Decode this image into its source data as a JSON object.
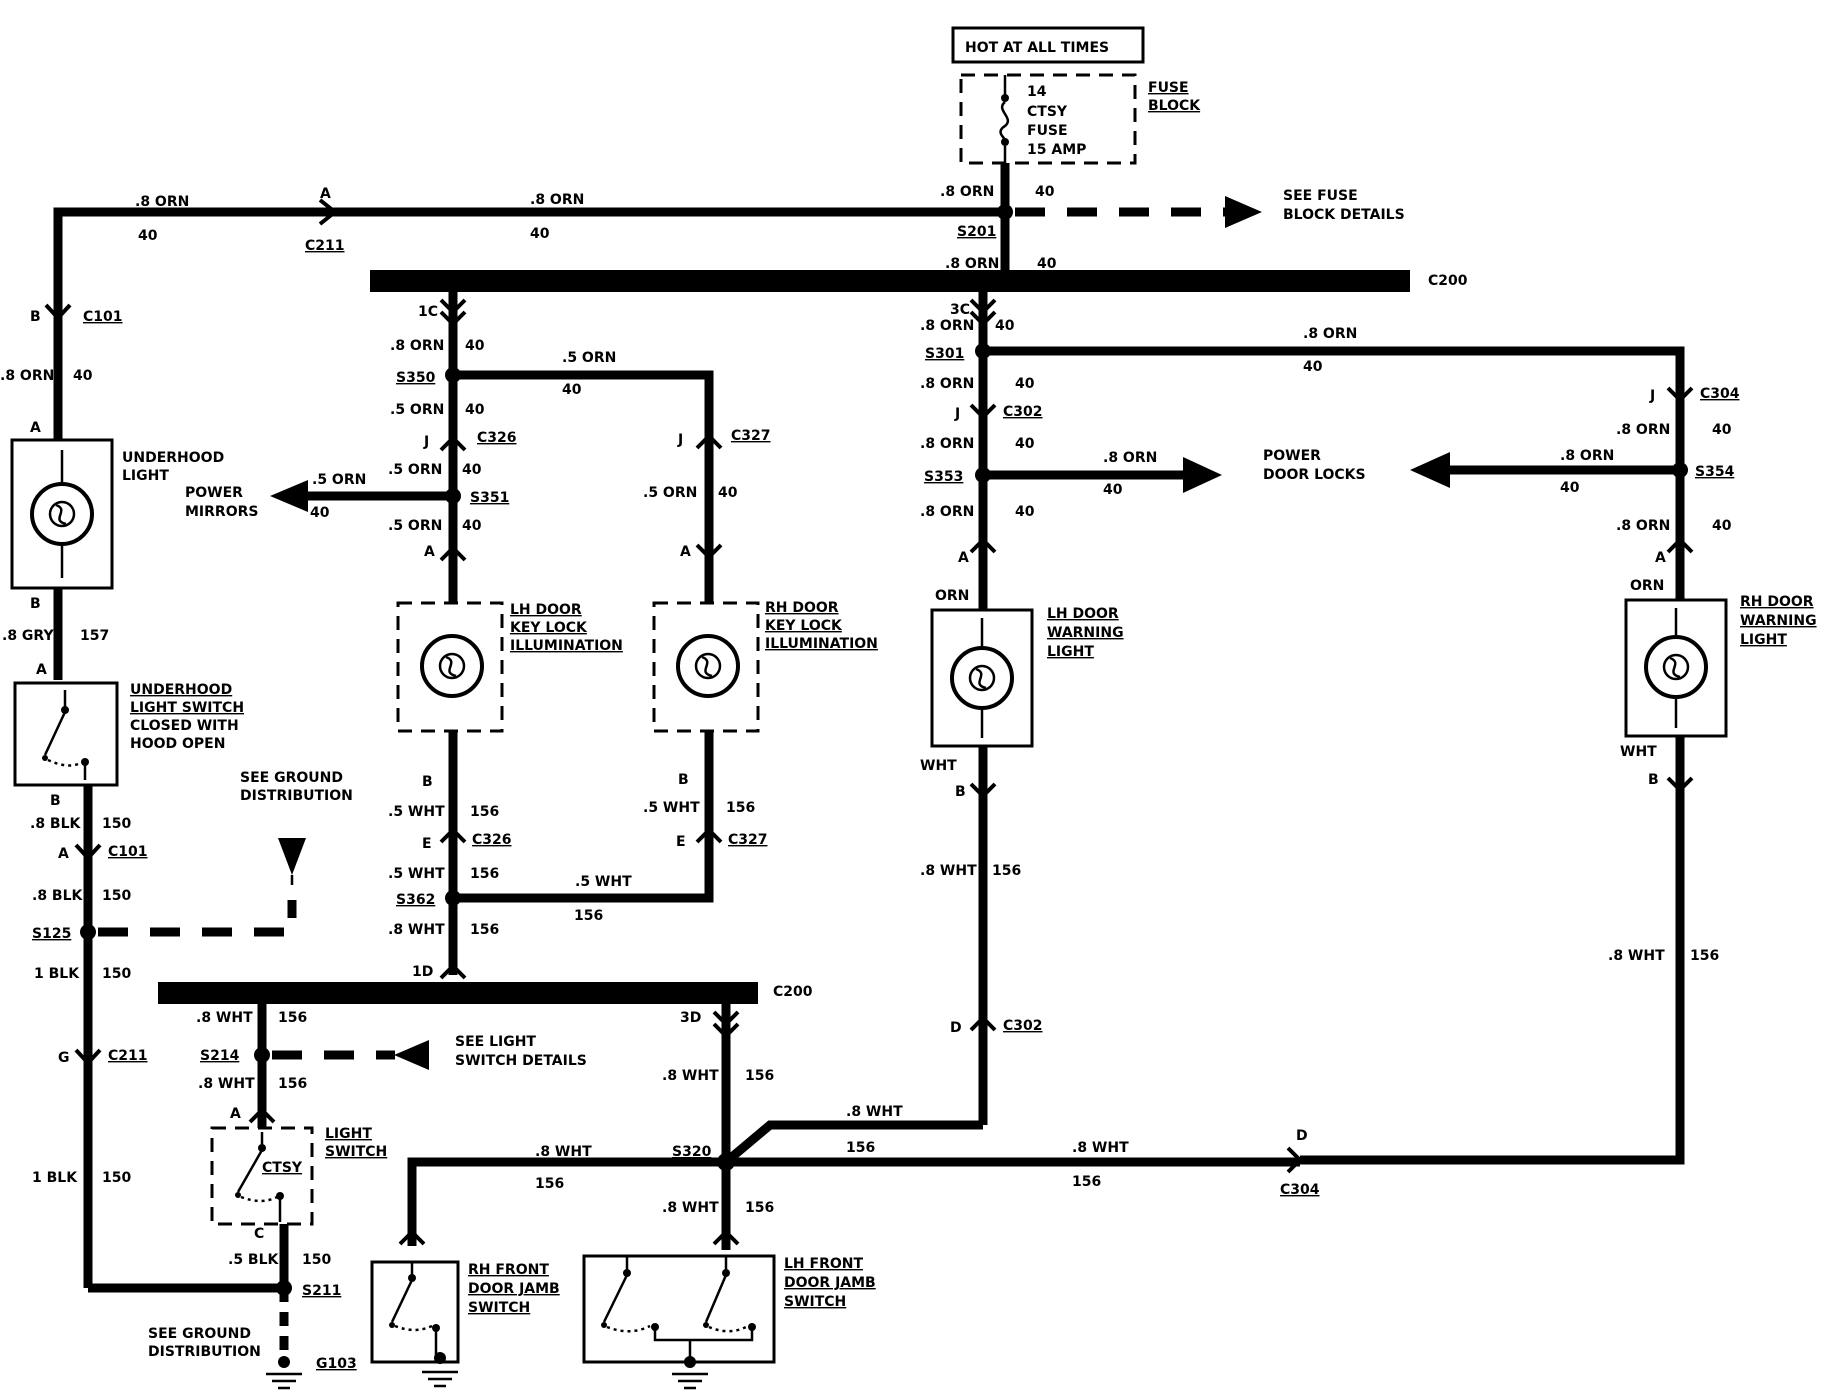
{
  "hot_at_all_times": "HOT AT ALL TIMES",
  "fuse": {
    "number": "14",
    "name": "CTSY",
    "type": "FUSE",
    "rating": "15 AMP",
    "block_label_1": "FUSE",
    "block_label_2": "BLOCK"
  },
  "see_fuse_block_1": "SEE FUSE",
  "see_fuse_block_2": "BLOCK DETAILS",
  "wire_08_orn": ".8 ORN",
  "wire_05_orn": ".5 ORN",
  "wire_08_wht": ".8 WHT",
  "wire_05_wht": ".5 WHT",
  "wire_08_blk": ".8 BLK",
  "wire_1_blk": "1 BLK",
  "wire_05_blk": ".5 BLK",
  "wire_08_gry": ".8 GRY",
  "circuit_40": "40",
  "circuit_156": "156",
  "circuit_150": "150",
  "circuit_157": "157",
  "color_orn": "ORN",
  "color_wht": "WHT",
  "connectors": {
    "c211": "C211",
    "c101": "C101",
    "c200": "C200",
    "c326": "C326",
    "c327": "C327",
    "c302": "C302",
    "c304": "C304"
  },
  "splices": {
    "s201": "S201",
    "s350": "S350",
    "s351": "S351",
    "s362": "S362",
    "s301": "S301",
    "s353": "S353",
    "s354": "S354",
    "s125": "S125",
    "s214": "S214",
    "s320": "S320",
    "s211": "S211",
    "g103": "G103"
  },
  "pins": {
    "a": "A",
    "b": "B",
    "c": "C",
    "d": "D",
    "e": "E",
    "g": "G",
    "j": "J",
    "p1c": "1C",
    "p1d": "1D",
    "p3c": "3C",
    "p3d": "3D"
  },
  "underhood_light": [
    "UNDERHOOD",
    "LIGHT"
  ],
  "underhood_switch": [
    "UNDERHOOD",
    "LIGHT SWITCH",
    "CLOSED WITH",
    "HOOD OPEN"
  ],
  "power_mirrors": [
    "POWER",
    "MIRRORS"
  ],
  "power_door_locks": [
    "POWER",
    "DOOR LOCKS"
  ],
  "lh_key_lock": [
    "LH DOOR",
    "KEY LOCK",
    "ILLUMINATION"
  ],
  "rh_key_lock": [
    "RH DOOR",
    "KEY LOCK",
    "ILLUMINATION"
  ],
  "lh_warning": [
    "LH DOOR",
    "WARNING",
    "LIGHT"
  ],
  "rh_warning": [
    "RH DOOR",
    "WARNING",
    "LIGHT"
  ],
  "see_ground": [
    "SEE GROUND",
    "DISTRIBUTION"
  ],
  "see_light_switch": [
    "SEE LIGHT",
    "SWITCH DETAILS"
  ],
  "light_switch": [
    "LIGHT",
    "SWITCH"
  ],
  "ctsy": "CTSY",
  "rh_jamb": [
    "RH FRONT",
    "DOOR JAMB",
    "SWITCH"
  ],
  "lh_jamb": [
    "LH FRONT",
    "DOOR JAMB",
    "SWITCH"
  ]
}
